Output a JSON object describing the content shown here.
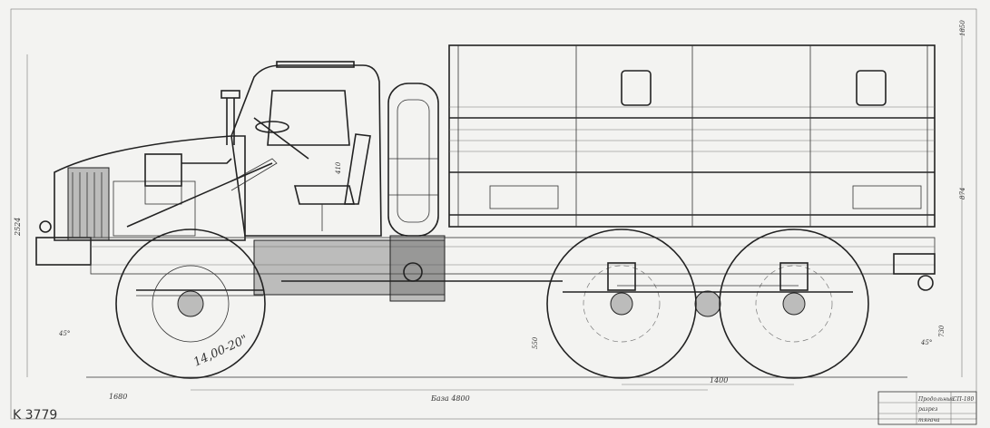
{
  "drawing": {
    "number": "K 3779",
    "tire_size": "14,00-20\"",
    "wheelbase_label": "База 4800",
    "bogie_spacing": "1400",
    "front_overhang": "1680",
    "overall_height": "2524",
    "right_height": "1850",
    "cargo_height": "874",
    "ground_clearance": "730",
    "axle_height": "550",
    "angle_front": "45°",
    "angle_rear": "45°",
    "cab_dimension": "410"
  },
  "title_block": {
    "line1": "Продольный",
    "line2": "разрез",
    "line3": "тягача",
    "sheet_code": "СП-180"
  }
}
